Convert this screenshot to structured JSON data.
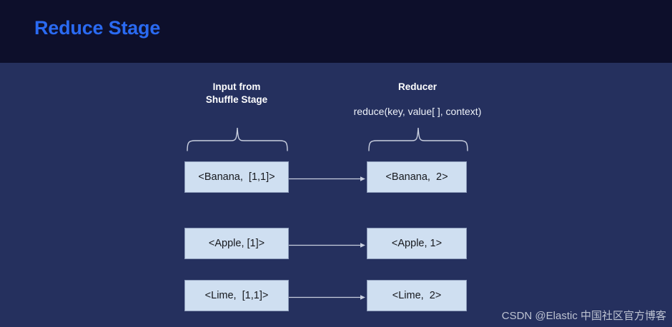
{
  "slide": {
    "title": "Reduce Stage",
    "title_color": "#2a6af1",
    "header_bg": "#0d0f2b",
    "body_bg": "#25305e",
    "box_fill": "#cfdff1",
    "box_border": "#8e9dbb",
    "box_text_color": "#16181d",
    "connector_color": "#c9cfdf"
  },
  "columns": {
    "input": {
      "heading": "Input from\nShuffle Stage"
    },
    "reducer": {
      "heading": "Reducer",
      "signature": "reduce(key, value[ ], context)"
    }
  },
  "rows": [
    {
      "input": "<Banana,  [1,1]>",
      "output": "<Banana,  2>",
      "key": "Banana",
      "values": [
        1,
        1
      ],
      "reduced_value": 2
    },
    {
      "input": "<Apple, [1]>",
      "output": "<Apple, 1>",
      "key": "Apple",
      "values": [
        1
      ],
      "reduced_value": 1
    },
    {
      "input": "<Lime,  [1,1]>",
      "output": "<Lime,  2>",
      "key": "Lime",
      "values": [
        1,
        1
      ],
      "reduced_value": 2
    }
  ],
  "watermark": "CSDN @Elastic 中国社区官方博客"
}
